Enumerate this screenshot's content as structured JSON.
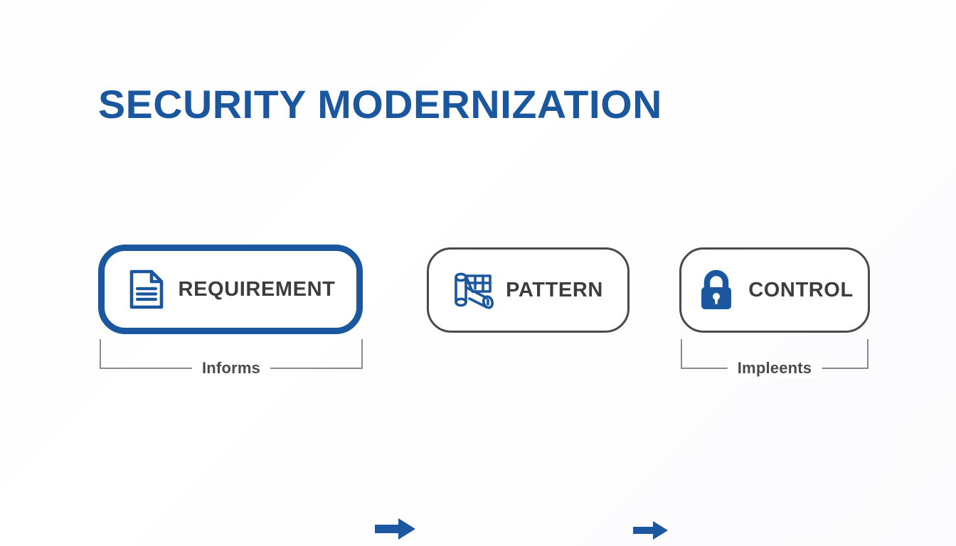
{
  "page": {
    "title": "SECURITY MODERNIZATION",
    "background_color": "#fdfdfe",
    "accent_color": "#1b579f",
    "text_color": "#3d3d3d",
    "line_color": "#8a8a8a"
  },
  "diagram": {
    "type": "flow",
    "nodes": [
      {
        "id": "requirement",
        "label": "REQUIREMENT",
        "icon": "document-icon",
        "highlighted": true,
        "border_color": "#1b579f"
      },
      {
        "id": "pattern",
        "label": "PATTERN",
        "icon": "blueprint-scroll-icon",
        "highlighted": false,
        "border_color": "#4a4a4a"
      },
      {
        "id": "control",
        "label": "CONTROL",
        "icon": "lock-icon",
        "highlighted": false,
        "border_color": "#4a4a4a"
      }
    ],
    "connectors": [
      {
        "id": "arrow-1",
        "from": "requirement",
        "to": "pattern",
        "icon": "arrow-right-icon",
        "color": "#1b579f"
      },
      {
        "id": "arrow-2",
        "from": "pattern",
        "to": "control",
        "icon": "arrow-right-icon",
        "color": "#1b579f"
      }
    ],
    "brackets": [
      {
        "id": "bracket-informs",
        "label": "Informs",
        "under": "requirement"
      },
      {
        "id": "bracket-implements",
        "label": "Impleents",
        "under": "control"
      }
    ]
  }
}
